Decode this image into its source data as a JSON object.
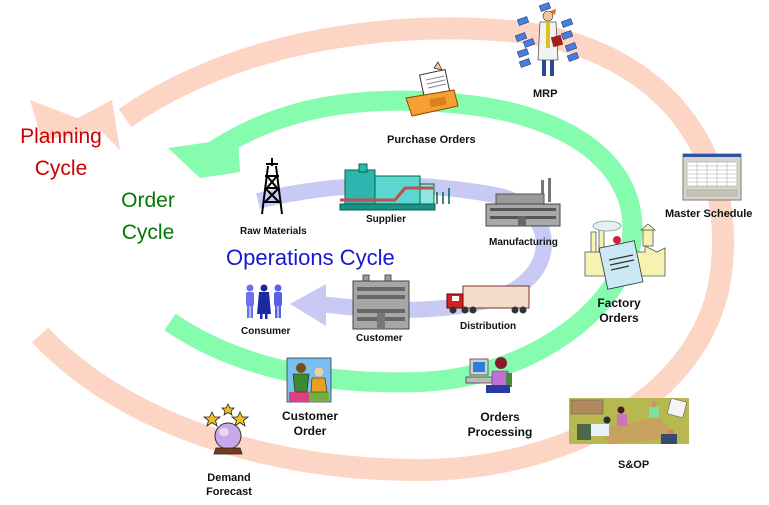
{
  "colors": {
    "planning": "#fdd5c4",
    "order": "#86fcaf",
    "operations": "#c9c9f6",
    "planning_text": "#cc0000",
    "order_text": "#007a00",
    "operations_text": "#1818d0"
  },
  "cycles": {
    "planning": {
      "line1": "Planning",
      "line2": "Cycle"
    },
    "order": {
      "line1": "Order",
      "line2": "Cycle"
    },
    "operations": {
      "label": "Operations Cycle"
    }
  },
  "nodes": {
    "raw_materials": {
      "label": "Raw Materials",
      "icon": "oil-derrick-icon"
    },
    "supplier": {
      "label": "Supplier",
      "icon": "refinery-plant-icon"
    },
    "manufacturing": {
      "label": "Manufacturing",
      "icon": "factory-building-icon"
    },
    "distribution": {
      "label": "Distribution",
      "icon": "truck-icon"
    },
    "customer": {
      "label": "Customer",
      "icon": "office-building-icon"
    },
    "consumer": {
      "label": "Consumer",
      "icon": "people-icon"
    },
    "purchase_orders": {
      "label": "Purchase Orders",
      "icon": "fax-machine-icon"
    },
    "mrp": {
      "label": "MRP",
      "icon": "planner-person-icon"
    },
    "master_schedule": {
      "label": "Master Schedule",
      "icon": "spreadsheet-window-icon"
    },
    "factory_orders": {
      "line1": "Factory",
      "line2": "Orders",
      "icon": "order-document-icon"
    },
    "orders_processing": {
      "line1": "Orders",
      "line2": "Processing",
      "icon": "computer-user-icon"
    },
    "customer_order": {
      "line1": "Customer",
      "line2": "Order",
      "icon": "handshake-people-icon"
    },
    "demand_forecast": {
      "line1": "Demand",
      "line2": "Forecast",
      "icon": "crystal-ball-icon"
    },
    "sop": {
      "label": "S&OP",
      "icon": "meeting-room-icon"
    }
  }
}
